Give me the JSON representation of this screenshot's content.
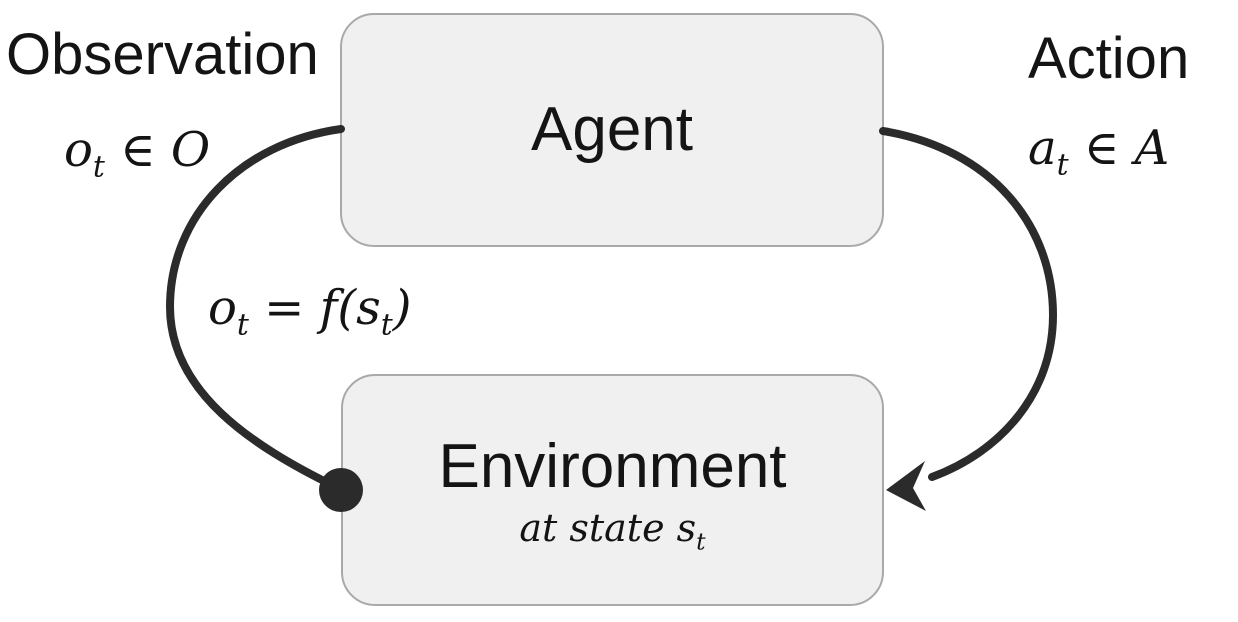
{
  "nodes": {
    "agent": {
      "label": "Agent"
    },
    "environment": {
      "label": "Environment",
      "state_note": {
        "text": "at state s",
        "sub": "t"
      }
    }
  },
  "labels": {
    "observation": {
      "title": "Observation",
      "math": {
        "var": "o",
        "sub": "t",
        "relation": " ∈ ",
        "set": "O"
      }
    },
    "action": {
      "title": "Action",
      "math": {
        "var": "a",
        "sub": "t",
        "relation": " ∈ ",
        "set": "A"
      }
    },
    "observation_function": {
      "lhs_var": "o",
      "lhs_sub": "t",
      "middle": " = f(s",
      "inner_sub": "t",
      "closing": ")"
    }
  },
  "colors": {
    "background": "#ffffff",
    "node_fill": "#f0f0f0",
    "node_border": "#a9a9a9",
    "arrow": "#2b2b2b",
    "connector_dot": "#2b2b2b",
    "text": "#141414"
  }
}
